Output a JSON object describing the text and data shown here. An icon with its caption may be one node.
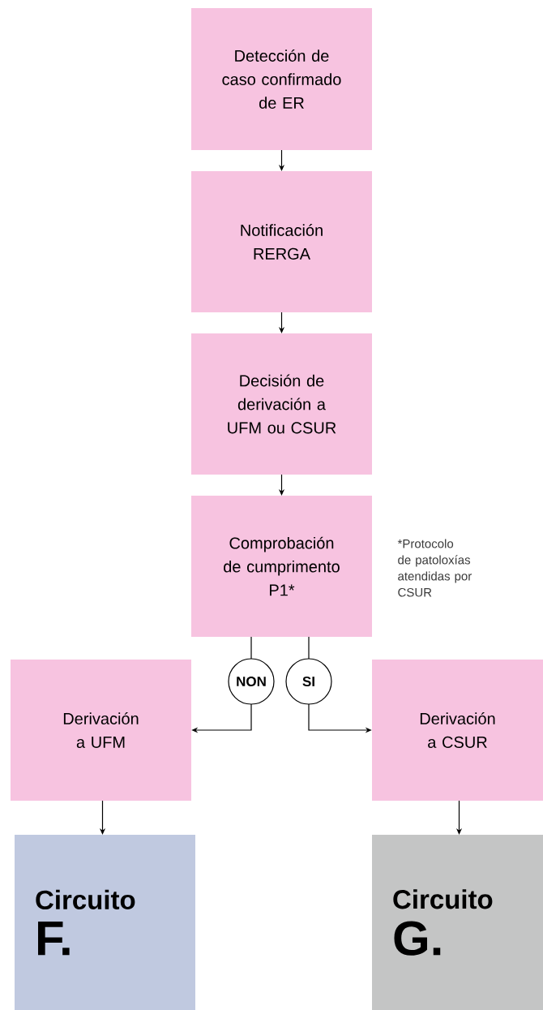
{
  "diagram": {
    "nodes": [
      {
        "text": [
          "Detección de caso confirmado de ER"
        ]
      },
      {
        "text": [
          "Notificación RERGA"
        ]
      },
      {
        "text": [
          "Decisión de derivación a UFM ou CSUR"
        ]
      },
      {
        "text": [
          "Comprobación de cumprimento P1*"
        ],
        "beside": [
          "*Protocolo de patoloxías atendidas por CSUR"
        ]
      },
      {
        "text": [
          "Derivación a UFM"
        ]
      },
      {
        "text": [
          "Derivación a CSUR"
        ]
      },
      {
        "text": [
          "Circuito",
          "F."
        ]
      },
      {
        "text": [
          "Circuito",
          "G."
        ]
      }
    ],
    "edges": [
      {
        "from": 0,
        "to": 1,
        "arrow": "to"
      },
      {
        "from": 1,
        "to": 2,
        "arrow": "to"
      },
      {
        "from": 2,
        "to": 3,
        "arrow": "to"
      },
      {
        "from": 3,
        "to": 4,
        "arrow": "to",
        "label": "NON"
      },
      {
        "from": 3,
        "to": 5,
        "arrow": "to",
        "label": "SI"
      },
      {
        "from": 4,
        "to": 6,
        "arrow": "to"
      },
      {
        "from": 5,
        "to": 7,
        "arrow": "to"
      }
    ]
  }
}
